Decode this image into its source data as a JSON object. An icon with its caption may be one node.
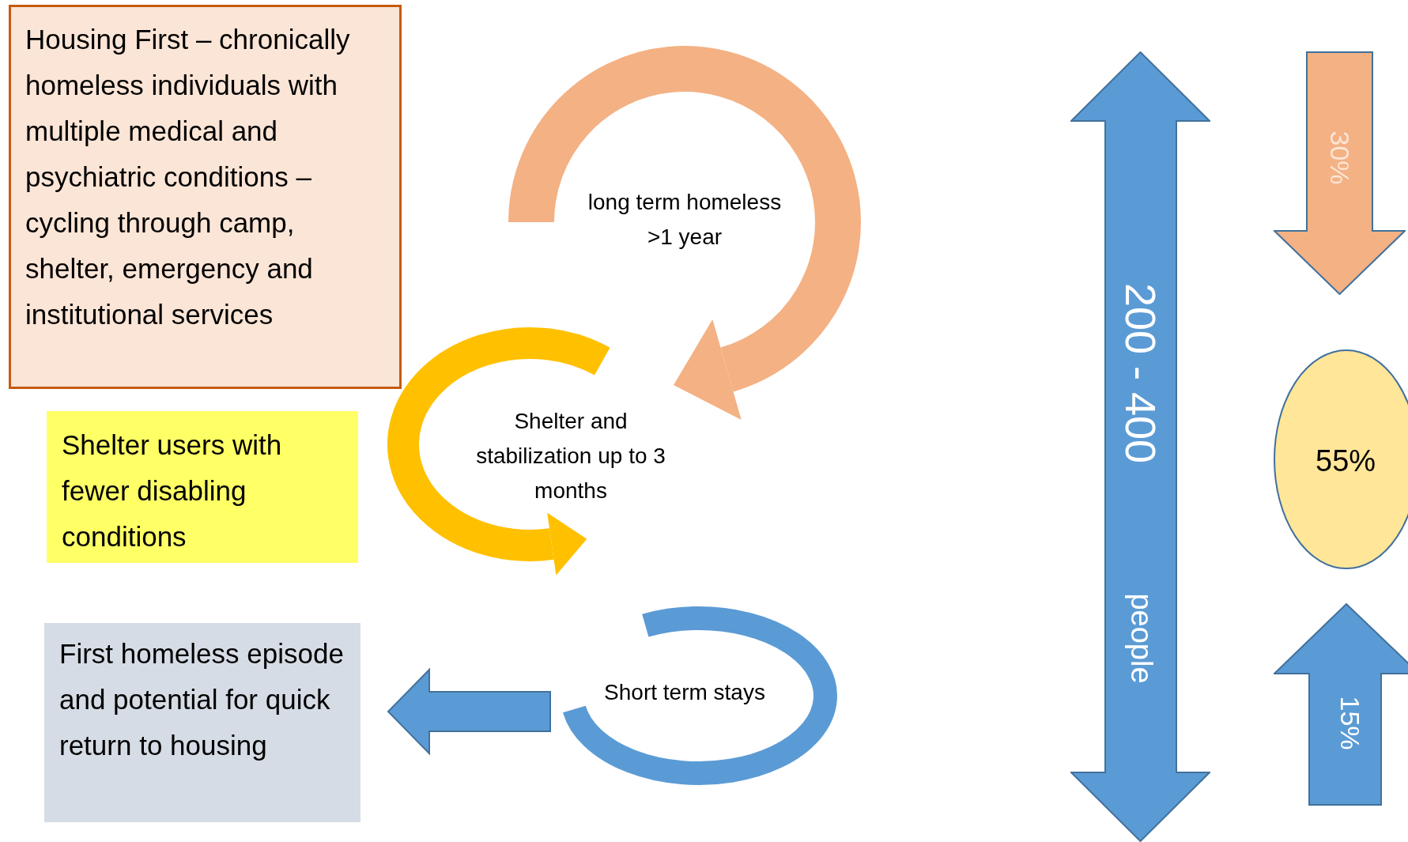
{
  "diagram": {
    "nodes": [
      {
        "text": [
          "Housing First – chronically homeless individuals with multiple medical and psychiatric conditions – cycling through camp, shelter, emergency and institutional services"
        ]
      },
      {
        "text": [
          "Shelter users with fewer disabling conditions"
        ]
      },
      {
        "text": [
          "First homeless episode and potential for quick return to housing"
        ]
      },
      {
        "text": [
          "long term homeless >1 year"
        ]
      },
      {
        "text": [
          "Shelter and stabilization up to 3 months"
        ]
      },
      {
        "text": [
          "Short term stays"
        ]
      },
      {
        "text": [
          "200 - 400",
          "people"
        ]
      },
      {
        "text": [
          "30%"
        ]
      },
      {
        "text": [
          "55%"
        ]
      },
      {
        "text": [
          "15%"
        ]
      }
    ],
    "edges": [
      {
        "from": 5,
        "to": 2,
        "arrow": "to",
        "style": "thick"
      }
    ]
  }
}
